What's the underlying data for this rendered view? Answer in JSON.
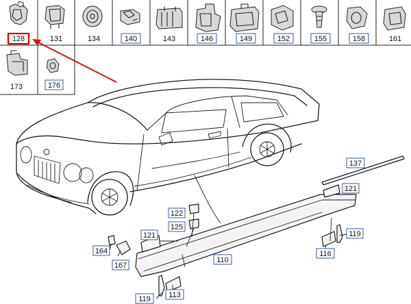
{
  "thumbnails": [
    {
      "label": "128",
      "boxed": true,
      "highlighted": true
    },
    {
      "label": "131",
      "boxed": false
    },
    {
      "label": "134",
      "boxed": false
    },
    {
      "label": "140",
      "boxed": true
    },
    {
      "label": "143",
      "boxed": false
    },
    {
      "label": "146",
      "boxed": true
    },
    {
      "label": "149",
      "boxed": true
    },
    {
      "label": "152",
      "boxed": true
    },
    {
      "label": "155",
      "boxed": true
    },
    {
      "label": "158",
      "boxed": true
    },
    {
      "label": "161",
      "boxed": false
    },
    {
      "label": "173",
      "boxed": false
    },
    {
      "label": "176",
      "boxed": true
    }
  ],
  "callouts": [
    {
      "label": "137",
      "boxed": true
    },
    {
      "label": "121",
      "boxed": true
    },
    {
      "label": "122",
      "boxed": true
    },
    {
      "label": "125",
      "boxed": true
    },
    {
      "label": "121",
      "boxed": true
    },
    {
      "label": "119",
      "boxed": true
    },
    {
      "label": "164",
      "boxed": true
    },
    {
      "label": "167",
      "boxed": true
    },
    {
      "label": "110",
      "boxed": true
    },
    {
      "label": "116",
      "boxed": true
    },
    {
      "label": "113",
      "boxed": true
    },
    {
      "label": "119",
      "boxed": true
    }
  ],
  "colors": {
    "callout_border": "#2b5fa8",
    "highlight": "#d40000",
    "pointer_arrow": "#e01010"
  }
}
